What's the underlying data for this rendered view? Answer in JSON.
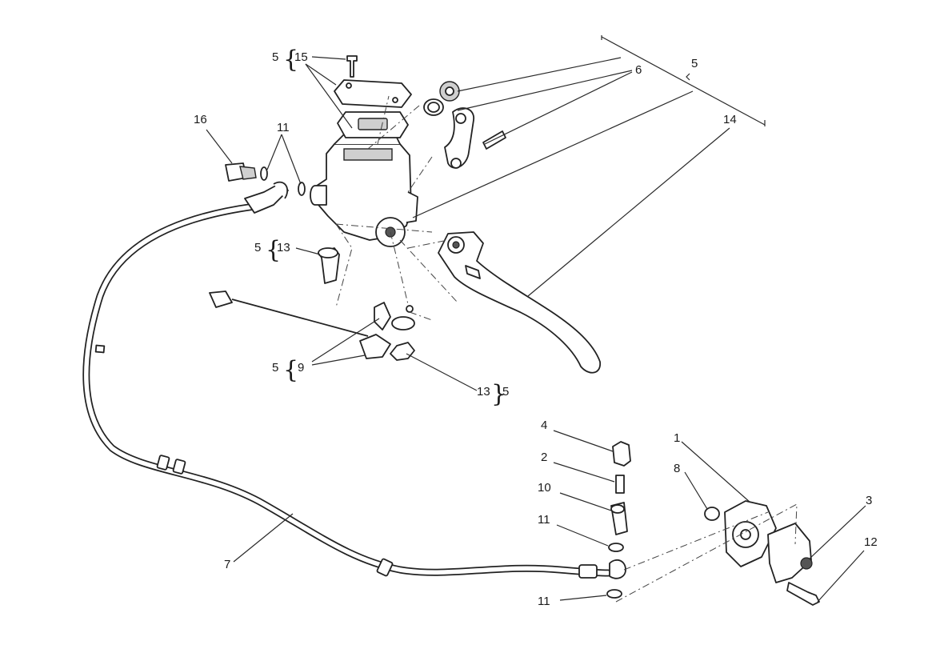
{
  "diagram": {
    "kit_bracket_label": "5",
    "labels": {
      "p15": "15",
      "p5a": "5",
      "p6": "6",
      "p5top": "5",
      "p16": "16",
      "p11a": "11",
      "p14": "14",
      "p13a": "13",
      "p5b": "5",
      "p9": "9",
      "p5c": "5",
      "p13b": "13",
      "p5d": "5",
      "p4": "4",
      "p2": "2",
      "p10": "10",
      "p11b": "11",
      "p11c": "11",
      "p1": "1",
      "p8": "8",
      "p3": "3",
      "p12": "12",
      "p7": "7"
    }
  }
}
